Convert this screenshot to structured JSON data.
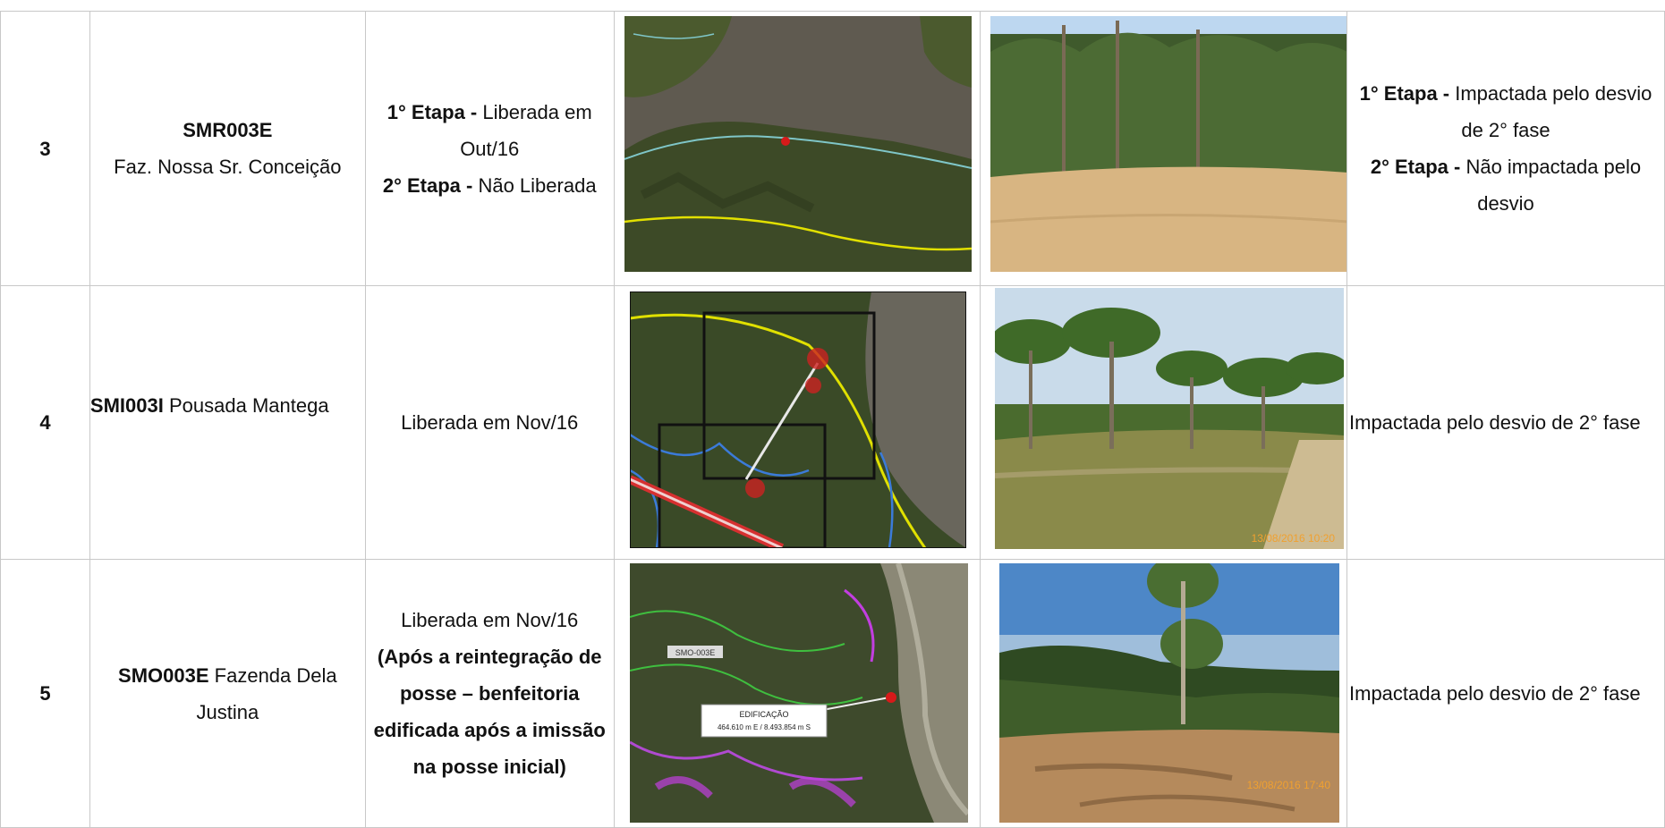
{
  "rows": [
    {
      "num": "3",
      "code": "SMR003E",
      "name": "Faz. Nossa Sr. Conceição",
      "status": [
        {
          "bold": "1° Etapa - ",
          "text": "Liberada em Out/16"
        },
        {
          "bold": "2° Etapa - ",
          "text": "Não Liberada"
        }
      ],
      "map_icon": "aerial-map-river-image",
      "photo_icon": "cleared-forest-photo",
      "impact": [
        {
          "bold": "1° Etapa - ",
          "text": "Impactada pelo desvio de 2° fase"
        },
        {
          "bold": "2° Etapa - ",
          "text": "Não impactada pelo desvio"
        }
      ]
    },
    {
      "num": "4",
      "code": "SMI003I",
      "name": "Pousada Mantega",
      "status_text": "Liberada em Nov/16",
      "map_icon": "aerial-map-property-image",
      "photo_icon": "palm-trees-photo",
      "photo_timestamp": "13/08/2016 10:20",
      "impact_text": "Impactada pelo desvio de 2° fase"
    },
    {
      "num": "5",
      "code": "SMO003E",
      "name": "Fazenda Dela Justina",
      "status_plain": "Liberada em Nov/16",
      "status_bold": "(Após a reintegração de posse – benfeitoria edificada após a imissão na posse inicial)",
      "map_icon": "aerial-map-edification-image",
      "map_label_tag": "SMO-003E",
      "map_label_title": "EDIFICAÇÃO",
      "map_label_coords": "464.610 m E / 8.493.854 m S",
      "photo_icon": "eucalyptus-clearing-photo",
      "photo_timestamp": "13/08/2016 17:40",
      "impact_text": "Impactada pelo desvio de 2° fase"
    }
  ]
}
